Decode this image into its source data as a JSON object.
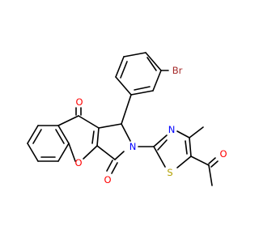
{
  "structure": {
    "atoms": {
      "carbonyl_oxygen_top": {
        "symbol": "O",
        "color": "#ff0000"
      },
      "carbonyl_oxygen_lactam": {
        "symbol": "O",
        "color": "#ff0000"
      },
      "ring_oxygen": {
        "symbol": "O",
        "color": "#ff0000"
      },
      "acetyl_oxygen": {
        "symbol": "O",
        "color": "#ff0000"
      },
      "pyrrolidine_nitrogen": {
        "symbol": "N",
        "color": "#0000ff"
      },
      "thiazole_nitrogen": {
        "symbol": "N",
        "color": "#0000ff"
      },
      "thiazole_sulfur": {
        "symbol": "S",
        "color": "#b2a000"
      },
      "bromine": {
        "symbol": "Br",
        "color": "#a52a2a"
      }
    },
    "colors": {
      "bond": "#000000",
      "background": "#ffffff"
    }
  }
}
